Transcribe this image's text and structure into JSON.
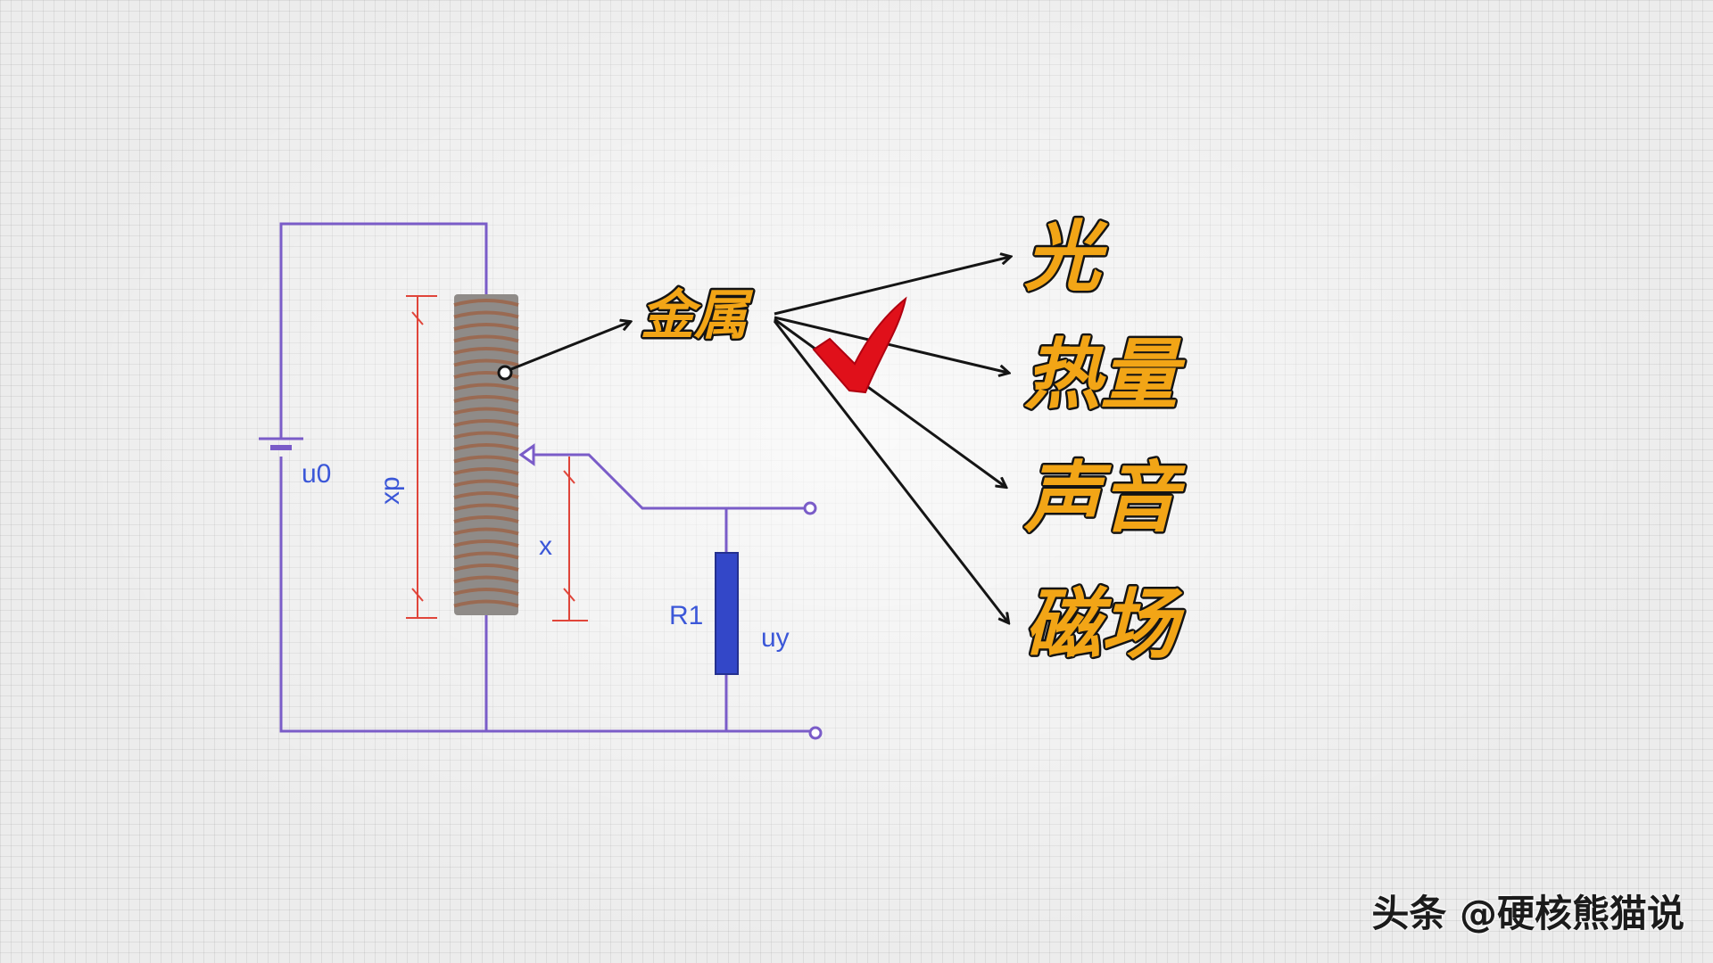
{
  "diagram": {
    "labels": {
      "source_voltage": "u0",
      "coil_length": "xp",
      "tap_length": "x",
      "resistor": "R1",
      "output_voltage": "uy"
    },
    "center_node": "金属",
    "outputs": [
      "光",
      "热量",
      "声音",
      "磁场"
    ],
    "checked_output": "热量"
  },
  "colors": {
    "wire": "#7a5cc8",
    "dimension": "#e0453a",
    "coil": "#9a6a52",
    "resistor_body": "#3347c8",
    "word_fill": "#f2a516",
    "check": "#e0101a"
  },
  "watermark": "头条 @硬核熊猫说"
}
